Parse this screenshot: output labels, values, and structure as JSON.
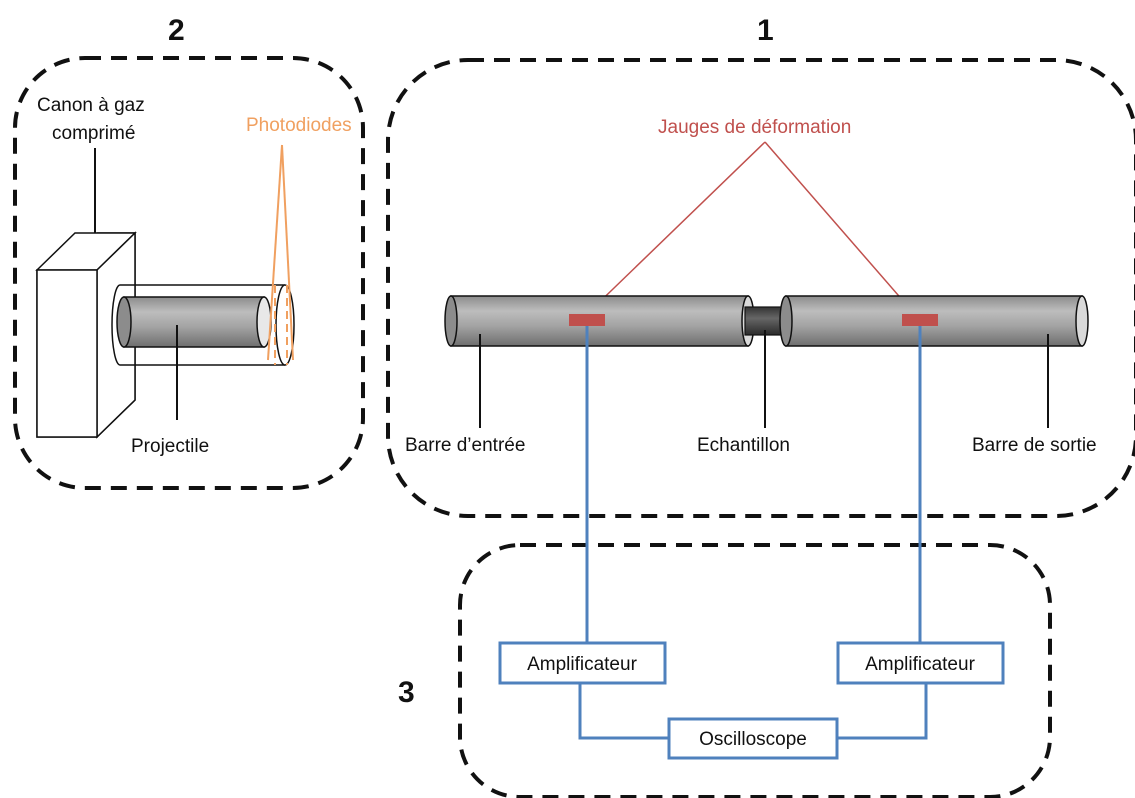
{
  "zones": {
    "zone1": {
      "number": "1"
    },
    "zone2": {
      "number": "2"
    },
    "zone3": {
      "number": "3"
    }
  },
  "labels": {
    "gun": [
      "Canon à gaz",
      "comprimé"
    ],
    "photodiodes": "Photodiodes",
    "projectile": "Projectile",
    "gauges": "Jauges de déformation",
    "input_bar": "Barre d’entrée",
    "sample": "Echantillon",
    "output_bar": "Barre de sortie",
    "amp_left": "Amplificateur",
    "amp_right": "Amplificateur",
    "oscilloscope": "Oscilloscope"
  },
  "colors": {
    "dashed_border": "#111111",
    "photodiodes": "#F0A060",
    "gauges": "#C0504D",
    "signal_wires": "#4F81BD",
    "bar_fill": "#A6A6A6",
    "sample_fill": "#4A4A4A",
    "gauge_fill": "#C0504D"
  }
}
